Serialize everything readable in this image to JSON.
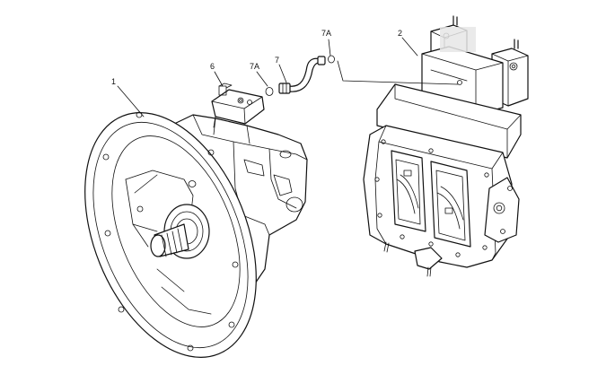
{
  "diagram": {
    "parts": [
      {
        "id": "p1",
        "label": "1"
      },
      {
        "id": "p6",
        "label": "6"
      },
      {
        "id": "p7a_left",
        "label": "7A"
      },
      {
        "id": "p7",
        "label": "7"
      },
      {
        "id": "p7a_right",
        "label": "7A"
      },
      {
        "id": "p2",
        "label": "2"
      }
    ],
    "colors": {
      "line": "#111111",
      "background": "#ffffff",
      "blur_patch": "#e6e6e6"
    }
  }
}
